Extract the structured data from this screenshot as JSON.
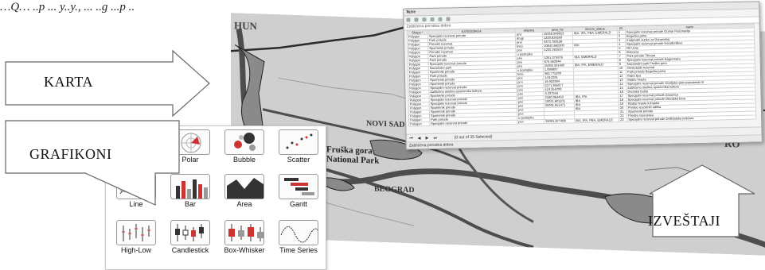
{
  "caption": "…Q… ..p ... y..y., ... ..g ...p ..",
  "map": {
    "labels": {
      "hun": "HUN",
      "novi_sad": "NOVI SAD",
      "beograd": "BEOGRAD",
      "ro": "RO",
      "park": "Fruška gora National Park"
    },
    "colors": {
      "land": "#cfcfcf",
      "water": "#4d4d4d",
      "protected": "#8a8a8a",
      "border": "#2b2b2b"
    }
  },
  "arrows": {
    "karta": "KARTA",
    "grafikoni": "GRAFIKONI",
    "izvestaji": "IZVEŠTAJI"
  },
  "gallery": {
    "charts": [
      {
        "name": "Polar",
        "icon": "polar-chart-icon"
      },
      {
        "name": "Bubble",
        "icon": "bubble-chart-icon"
      },
      {
        "name": "Scatter",
        "icon": "scatter-chart-icon"
      },
      {
        "name": "Line",
        "icon": "line-chart-icon"
      },
      {
        "name": "Bar",
        "icon": "bar-chart-icon"
      },
      {
        "name": "Area",
        "icon": "area-chart-icon"
      },
      {
        "name": "Gantt",
        "icon": "gantt-chart-icon"
      },
      {
        "name": "High-Low",
        "icon": "high-low-chart-icon"
      },
      {
        "name": "Candlestick",
        "icon": "candlestick-chart-icon"
      },
      {
        "name": "Box-Whisker",
        "icon": "box-whisker-chart-icon"
      },
      {
        "name": "Time Series",
        "icon": "time-series-chart-icon"
      }
    ]
  },
  "window": {
    "title": "Table",
    "filter_label": "Zaštićena prirodna dobra",
    "headers": [
      "Shape *",
      "KATEGORIJA",
      "stupanj",
      "area_ha",
      "mrezni_status",
      "ID",
      "naziv"
    ],
    "rows": [
      [
        "Polygon",
        "Specijalni rezervat prirode",
        "prvi",
        "19250.999023",
        "IBA, IPA, PBA, EMERALD",
        "1",
        "Specijalni rezervat prirode Gornje Podunavlje"
      ],
      [
        "Polygon",
        "Park prirode",
        "drugi",
        "1320.826599",
        "",
        "2",
        "Begečka jama"
      ],
      [
        "Polygon",
        "Prirodni rezervat",
        "prvi",
        "3372.780138",
        "",
        "3",
        "Kraljevski sunko za Dunavskoj"
      ],
      [
        "Polygon",
        "Spomenik prirode",
        "treći",
        "10642.862200",
        "IBA",
        "4",
        "Specijalni rezervat prirode Karađorđevo"
      ],
      [
        "Polygon",
        "Prirodni rezervat",
        "prvi",
        "1232.262550",
        "",
        "5",
        "Rit Uvac"
      ],
      [
        "Polygon",
        "Park prirode",
        "u postupku",
        "",
        "",
        "6",
        "Bukovac"
      ],
      [
        "Polygon",
        "Park prirode",
        "prvi",
        "1051.375976",
        "IBA, EMERALD",
        "7",
        "Park prirode Tikvara"
      ],
      [
        "Polygon",
        "Specijalni rezervat prirode",
        "prvi",
        "675.562944",
        "",
        "8",
        "Specijalni rezervat prirode Bagremara"
      ],
      [
        "Polygon",
        "Nacionalni park",
        "prvi",
        "25393.391400",
        "IBA, IPA, EMERALD",
        "9",
        "Nacionalni park Fruška gora"
      ],
      [
        "Polygon",
        "Spomenik prirode",
        "u postupku",
        "1.099997",
        "",
        "10",
        "Ornitološki rezervat"
      ],
      [
        "Polygon",
        "Park prirode",
        "treći",
        "363.775200",
        "",
        "11",
        "Park prirode Begečka jama"
      ],
      [
        "Polygon",
        "Spomenik prirode",
        "prvi",
        "1.612291",
        "",
        "12",
        "Stara lipa"
      ],
      [
        "Polygon",
        "Spomenik prirode",
        "prvi",
        "16.052994",
        "",
        "13",
        "Stablo hrasta"
      ],
      [
        "Polygon",
        "Specijalni rezervat prirode",
        "prvi",
        "5271.365977",
        "",
        "14",
        "Specijalni rezervat prirode Koviljsko-petrovaradinski rit"
      ],
      [
        "Polygon",
        "Zaštićena okolina spomenika kulture",
        "prvi",
        "419.354700",
        "",
        "15",
        "Zaštićena okolina spomenika kulture"
      ],
      [
        "Polygon",
        "Spomenik prirode",
        "prvi",
        "3.237544",
        "",
        "16",
        "Dvorska bašta"
      ],
      [
        "Polygon",
        "Specijalni rezervat prirode",
        "prvi",
        "3160.064433",
        "IBA, IPA",
        "17",
        "Specijalni rezervat prirode Zasavica"
      ],
      [
        "Polygon",
        "Specijalni rezervat prirode",
        "prvi",
        "10021.601101",
        "IBA",
        "18",
        "Specijalni rezervat prirode Obedska bara"
      ],
      [
        "Polygon",
        "Spomenik prirode",
        "prvi",
        "35091.651471",
        "IBA",
        "19",
        "Stablo hrasta lužnjaka"
      ],
      [
        "Polygon",
        "Spomenik prirode",
        "prvi",
        "",
        "IBA",
        "20",
        "Predeo izuzetnih odlika"
      ],
      [
        "Polygon",
        "Spomenik prirode",
        "prvi",
        "",
        "",
        "21",
        "Spomenik prirode"
      ],
      [
        "Polygon",
        "Park prirode",
        "u postupku",
        "",
        "",
        "22",
        "Predeo rasa pasa"
      ],
      [
        "Polygon",
        "Specijalni rezervat prirode",
        "prvi",
        "35091.877488",
        "IBA, IPA, PBA, EMERALD",
        "23",
        "Specijalni rezervat prirode Deliblatska peščara"
      ]
    ],
    "status": "(0 out of 35 Selected)",
    "bottom_tab": "Zaštićena prirodna dobra"
  }
}
